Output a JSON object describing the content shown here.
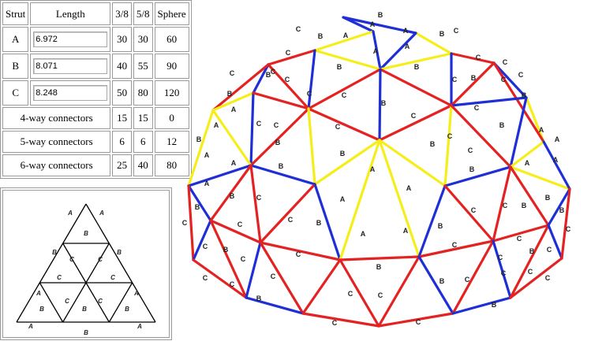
{
  "table": {
    "headers": [
      "Strut",
      "Length",
      "3/8",
      "5/8",
      "Sphere"
    ],
    "struts": [
      {
        "name": "A",
        "length": "6.972",
        "three_eighths": "30",
        "five_eighths": "30",
        "sphere": "60"
      },
      {
        "name": "B",
        "length": "8.071",
        "three_eighths": "40",
        "five_eighths": "55",
        "sphere": "90"
      },
      {
        "name": "C",
        "length": "8.248",
        "three_eighths": "50",
        "five_eighths": "80",
        "sphere": "120"
      }
    ],
    "connectors": [
      {
        "label": "4-way connectors",
        "three_eighths": "15",
        "five_eighths": "15",
        "sphere": "0"
      },
      {
        "label": "5-way connectors",
        "three_eighths": "6",
        "five_eighths": "6",
        "sphere": "12"
      },
      {
        "label": "6-way connectors",
        "three_eighths": "25",
        "five_eighths": "40",
        "sphere": "80"
      }
    ]
  },
  "colors": {
    "A": "#f5ee1a",
    "B": "#1e2fd6",
    "C": "#e42222",
    "triangle_lines": "#000000"
  },
  "letters": {
    "A": "A",
    "B": "B",
    "C": "C"
  }
}
